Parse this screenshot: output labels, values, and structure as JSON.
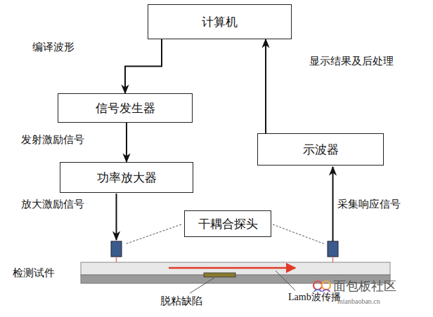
{
  "diagram": {
    "nodes": [
      {
        "text": [
          "计算机"
        ]
      },
      {
        "text": [
          "信号发生器"
        ]
      },
      {
        "text": [
          "功率放大器"
        ]
      },
      {
        "text": [
          "示波器"
        ]
      },
      {
        "text": [
          "干耦合探头"
        ]
      }
    ],
    "edges": [
      {
        "from": 0,
        "to": 1,
        "arrow": "to",
        "label": "编译波形"
      },
      {
        "from": 1,
        "to": 2,
        "arrow": "to",
        "label": "发射激励信号"
      },
      {
        "from": 3,
        "to": 0,
        "arrow": "to",
        "label": "显示结果及后处理"
      }
    ],
    "labels": [
      "放大激励信号",
      "采集响应信号",
      "检测试件",
      "脱粘缺陷",
      "Lamb波传播",
      "面包板社区",
      "mianbaoban.cn"
    ]
  }
}
